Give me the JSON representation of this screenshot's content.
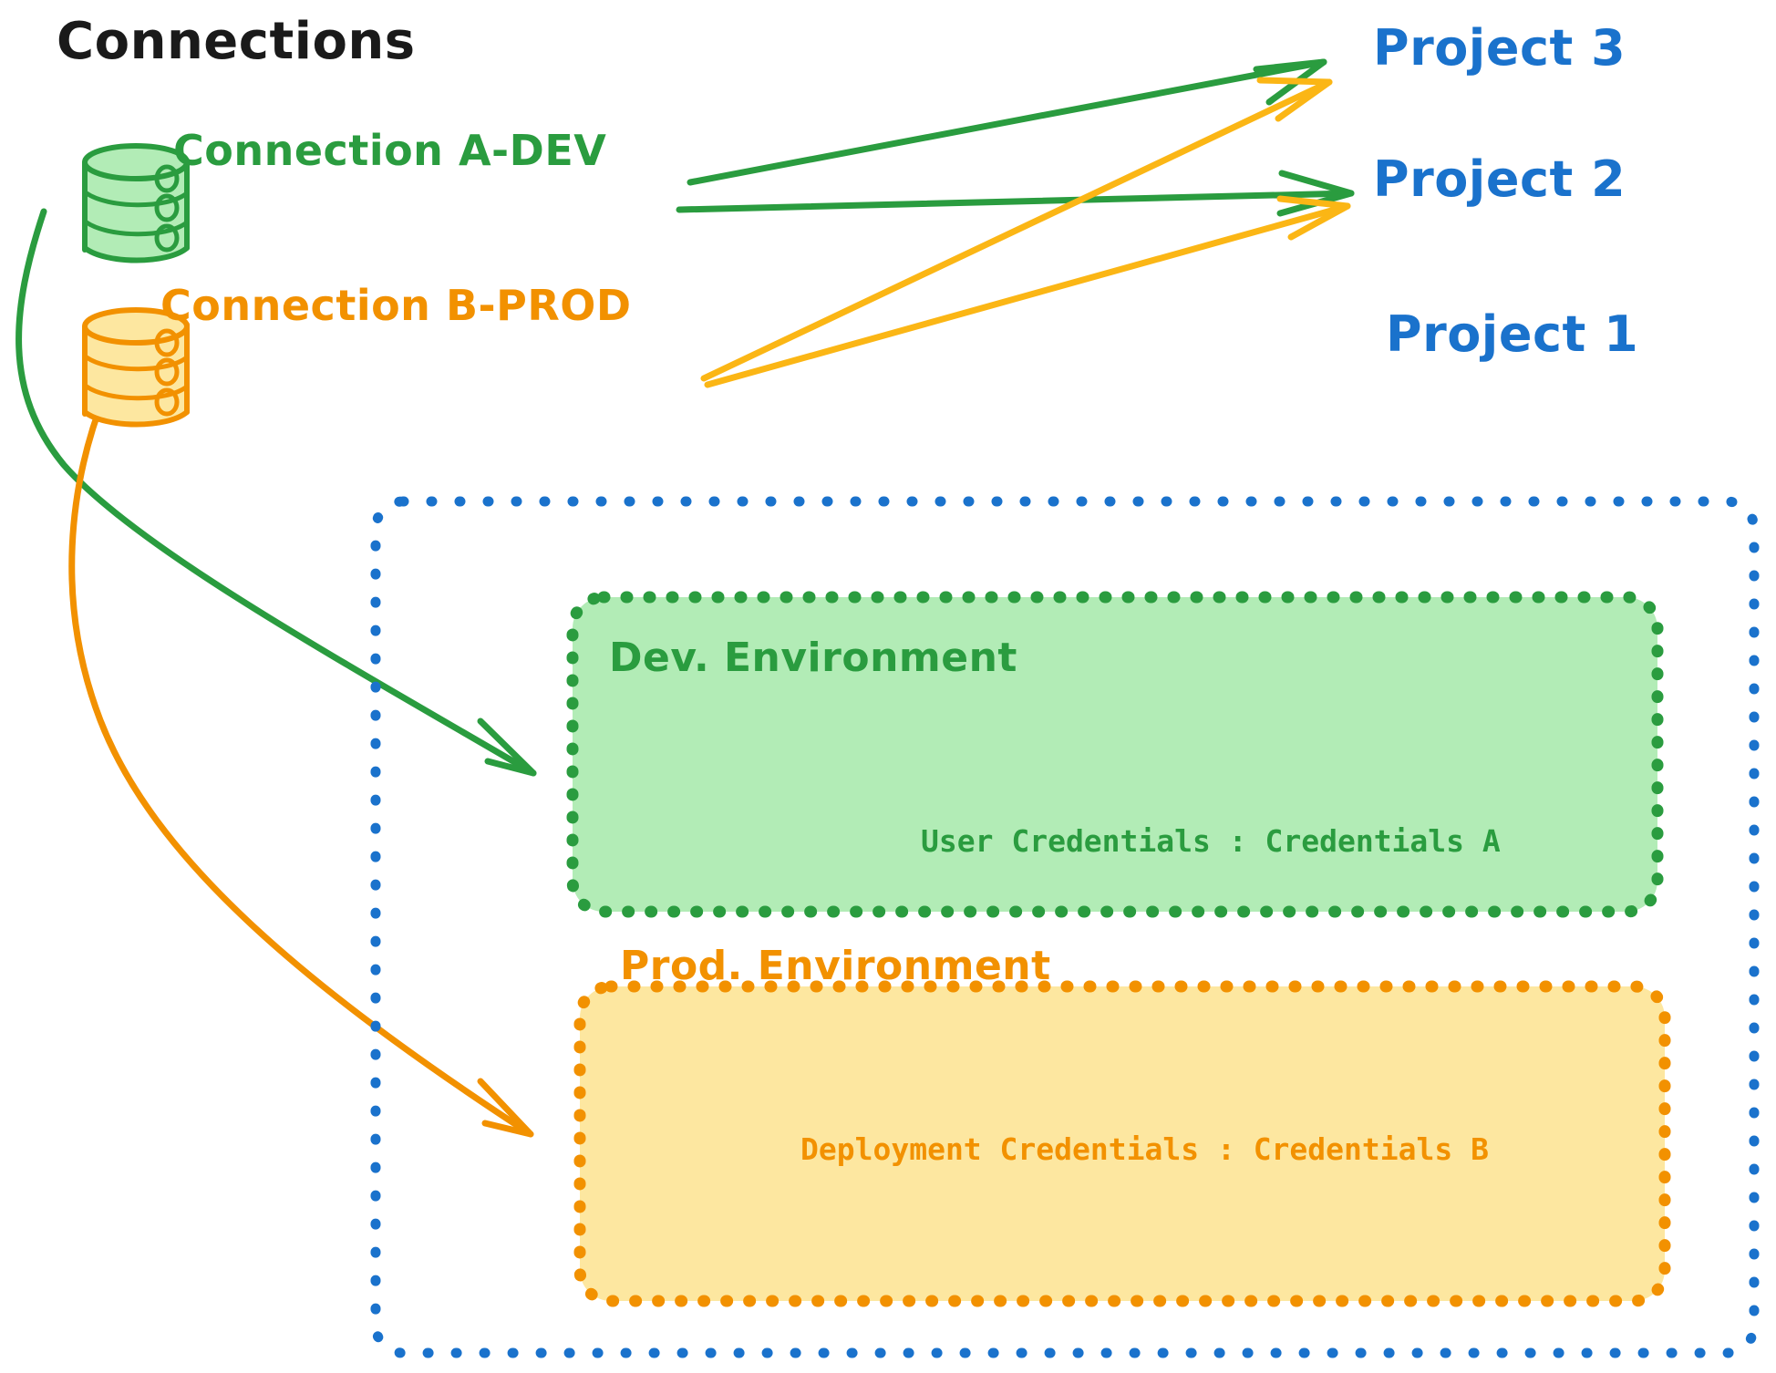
{
  "diagram": {
    "title": "Connections",
    "colors": {
      "green": "#2a9c3f",
      "green_fill": "#b2ecb6",
      "orange": "#f29100",
      "orange_fill": "#fde7a0",
      "blue": "#1a72cc",
      "black": "#1a1a1a"
    }
  },
  "connections": [
    {
      "label": "Connection A-DEV",
      "icon": "database-cylinder-icon",
      "color": "#2a9c3f"
    },
    {
      "label": "Connection B-PROD",
      "icon": "database-cylinder-icon",
      "color": "#f29100"
    }
  ],
  "projects": [
    {
      "label": "Project 3"
    },
    {
      "label": "Project 2"
    },
    {
      "label": "Project 1"
    }
  ],
  "project_one": {
    "label": "Project 1",
    "environments": [
      {
        "title": "Dev. Environment",
        "credentials_label": "User Credentials : Credentials A",
        "color": "#2a9c3f"
      },
      {
        "title": "Prod. Environment",
        "credentials_label": "Deployment Credentials : Credentials B",
        "color": "#f29100"
      }
    ]
  },
  "edges": [
    {
      "from": "Connection A-DEV",
      "to": "Project 3",
      "color": "#2a9c3f"
    },
    {
      "from": "Connection A-DEV",
      "to": "Project 2",
      "color": "#2a9c3f"
    },
    {
      "from": "Connection A-DEV",
      "to": "Dev. Environment",
      "color": "#2a9c3f"
    },
    {
      "from": "Connection B-PROD",
      "to": "Project 3",
      "color": "#f29100"
    },
    {
      "from": "Connection B-PROD",
      "to": "Project 2",
      "color": "#f29100"
    },
    {
      "from": "Connection B-PROD",
      "to": "Prod. Environment",
      "color": "#f29100"
    }
  ]
}
